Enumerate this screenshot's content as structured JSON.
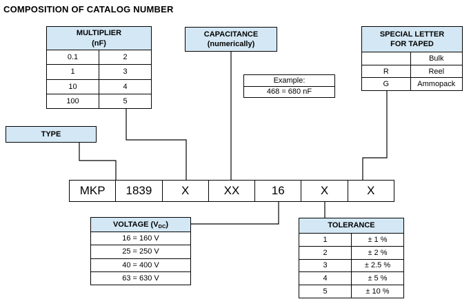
{
  "title": "COMPOSITION OF CATALOG NUMBER",
  "multiplier": {
    "header_line1": "MULTIPLIER",
    "header_line2": "(nF)",
    "rows": [
      [
        "0.1",
        "2"
      ],
      [
        "1",
        "3"
      ],
      [
        "10",
        "4"
      ],
      [
        "100",
        "5"
      ]
    ]
  },
  "capacitance": {
    "line1": "CAPACITANCE",
    "line2": "(numerically)"
  },
  "example": {
    "label": "Example:",
    "value": "468 = 680 nF"
  },
  "special_letter": {
    "header_line1": "SPECIAL LETTER",
    "header_line2": "FOR TAPED",
    "rows": [
      [
        "",
        "Bulk"
      ],
      [
        "R",
        "Reel"
      ],
      [
        "G",
        "Ammopack"
      ]
    ]
  },
  "type_box": {
    "label": "TYPE"
  },
  "catalog_row": {
    "cells": [
      "MKP",
      "1839",
      "X",
      "XX",
      "16",
      "X",
      "X"
    ]
  },
  "voltage": {
    "header_main": "VOLTAGE (V",
    "header_sub": "DC",
    "header_close": ")",
    "rows": [
      "16 = 160 V",
      "25 = 250 V",
      "40 = 400 V",
      "63 = 630 V"
    ]
  },
  "tolerance": {
    "header": "TOLERANCE",
    "rows": [
      [
        "1",
        "± 1 %"
      ],
      [
        "2",
        "± 2 %"
      ],
      [
        "3",
        "± 2.5 %"
      ],
      [
        "4",
        "± 5 %"
      ],
      [
        "5",
        "± 10 %"
      ]
    ]
  },
  "colors": {
    "header_fill": "#d3e7f4",
    "border": "#000000"
  }
}
